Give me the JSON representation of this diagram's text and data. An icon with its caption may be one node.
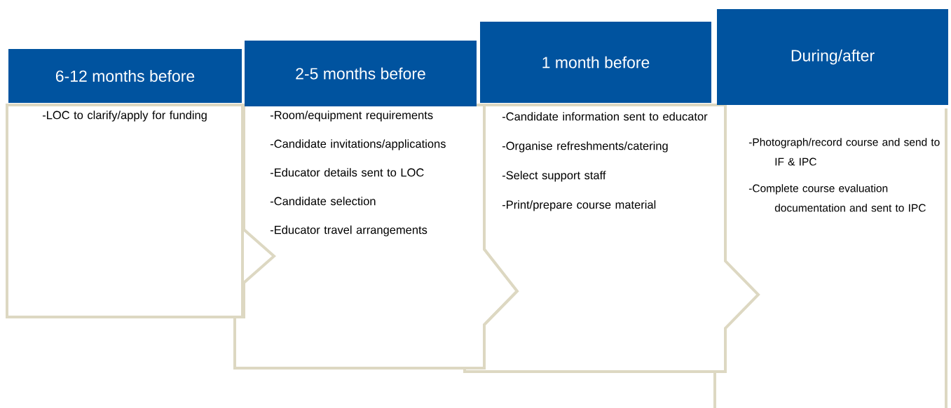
{
  "diagram": {
    "nodes": [
      {
        "text": [
          "6-12 months before"
        ]
      },
      {
        "text": [
          "-LOC to clarify/apply for funding"
        ]
      },
      {
        "text": [
          "2-5 months before"
        ]
      },
      {
        "text": [
          "-Room/equipment requirements",
          "-Candidate invitations/applications",
          "-Educator details sent to LOC",
          "-Candidate selection",
          "-Educator travel arrangements"
        ]
      },
      {
        "text": [
          "1 month before"
        ]
      },
      {
        "text": [
          "-Candidate information sent to educator",
          "-Organise refreshments/catering",
          "-Select support staff",
          "-Print/prepare course material"
        ]
      },
      {
        "text": [
          "During/after"
        ]
      },
      {
        "text": [
          "-Photograph/record course and send to IF & IPC",
          "-Complete course evaluation documentation and sent to IPC"
        ]
      }
    ]
  }
}
